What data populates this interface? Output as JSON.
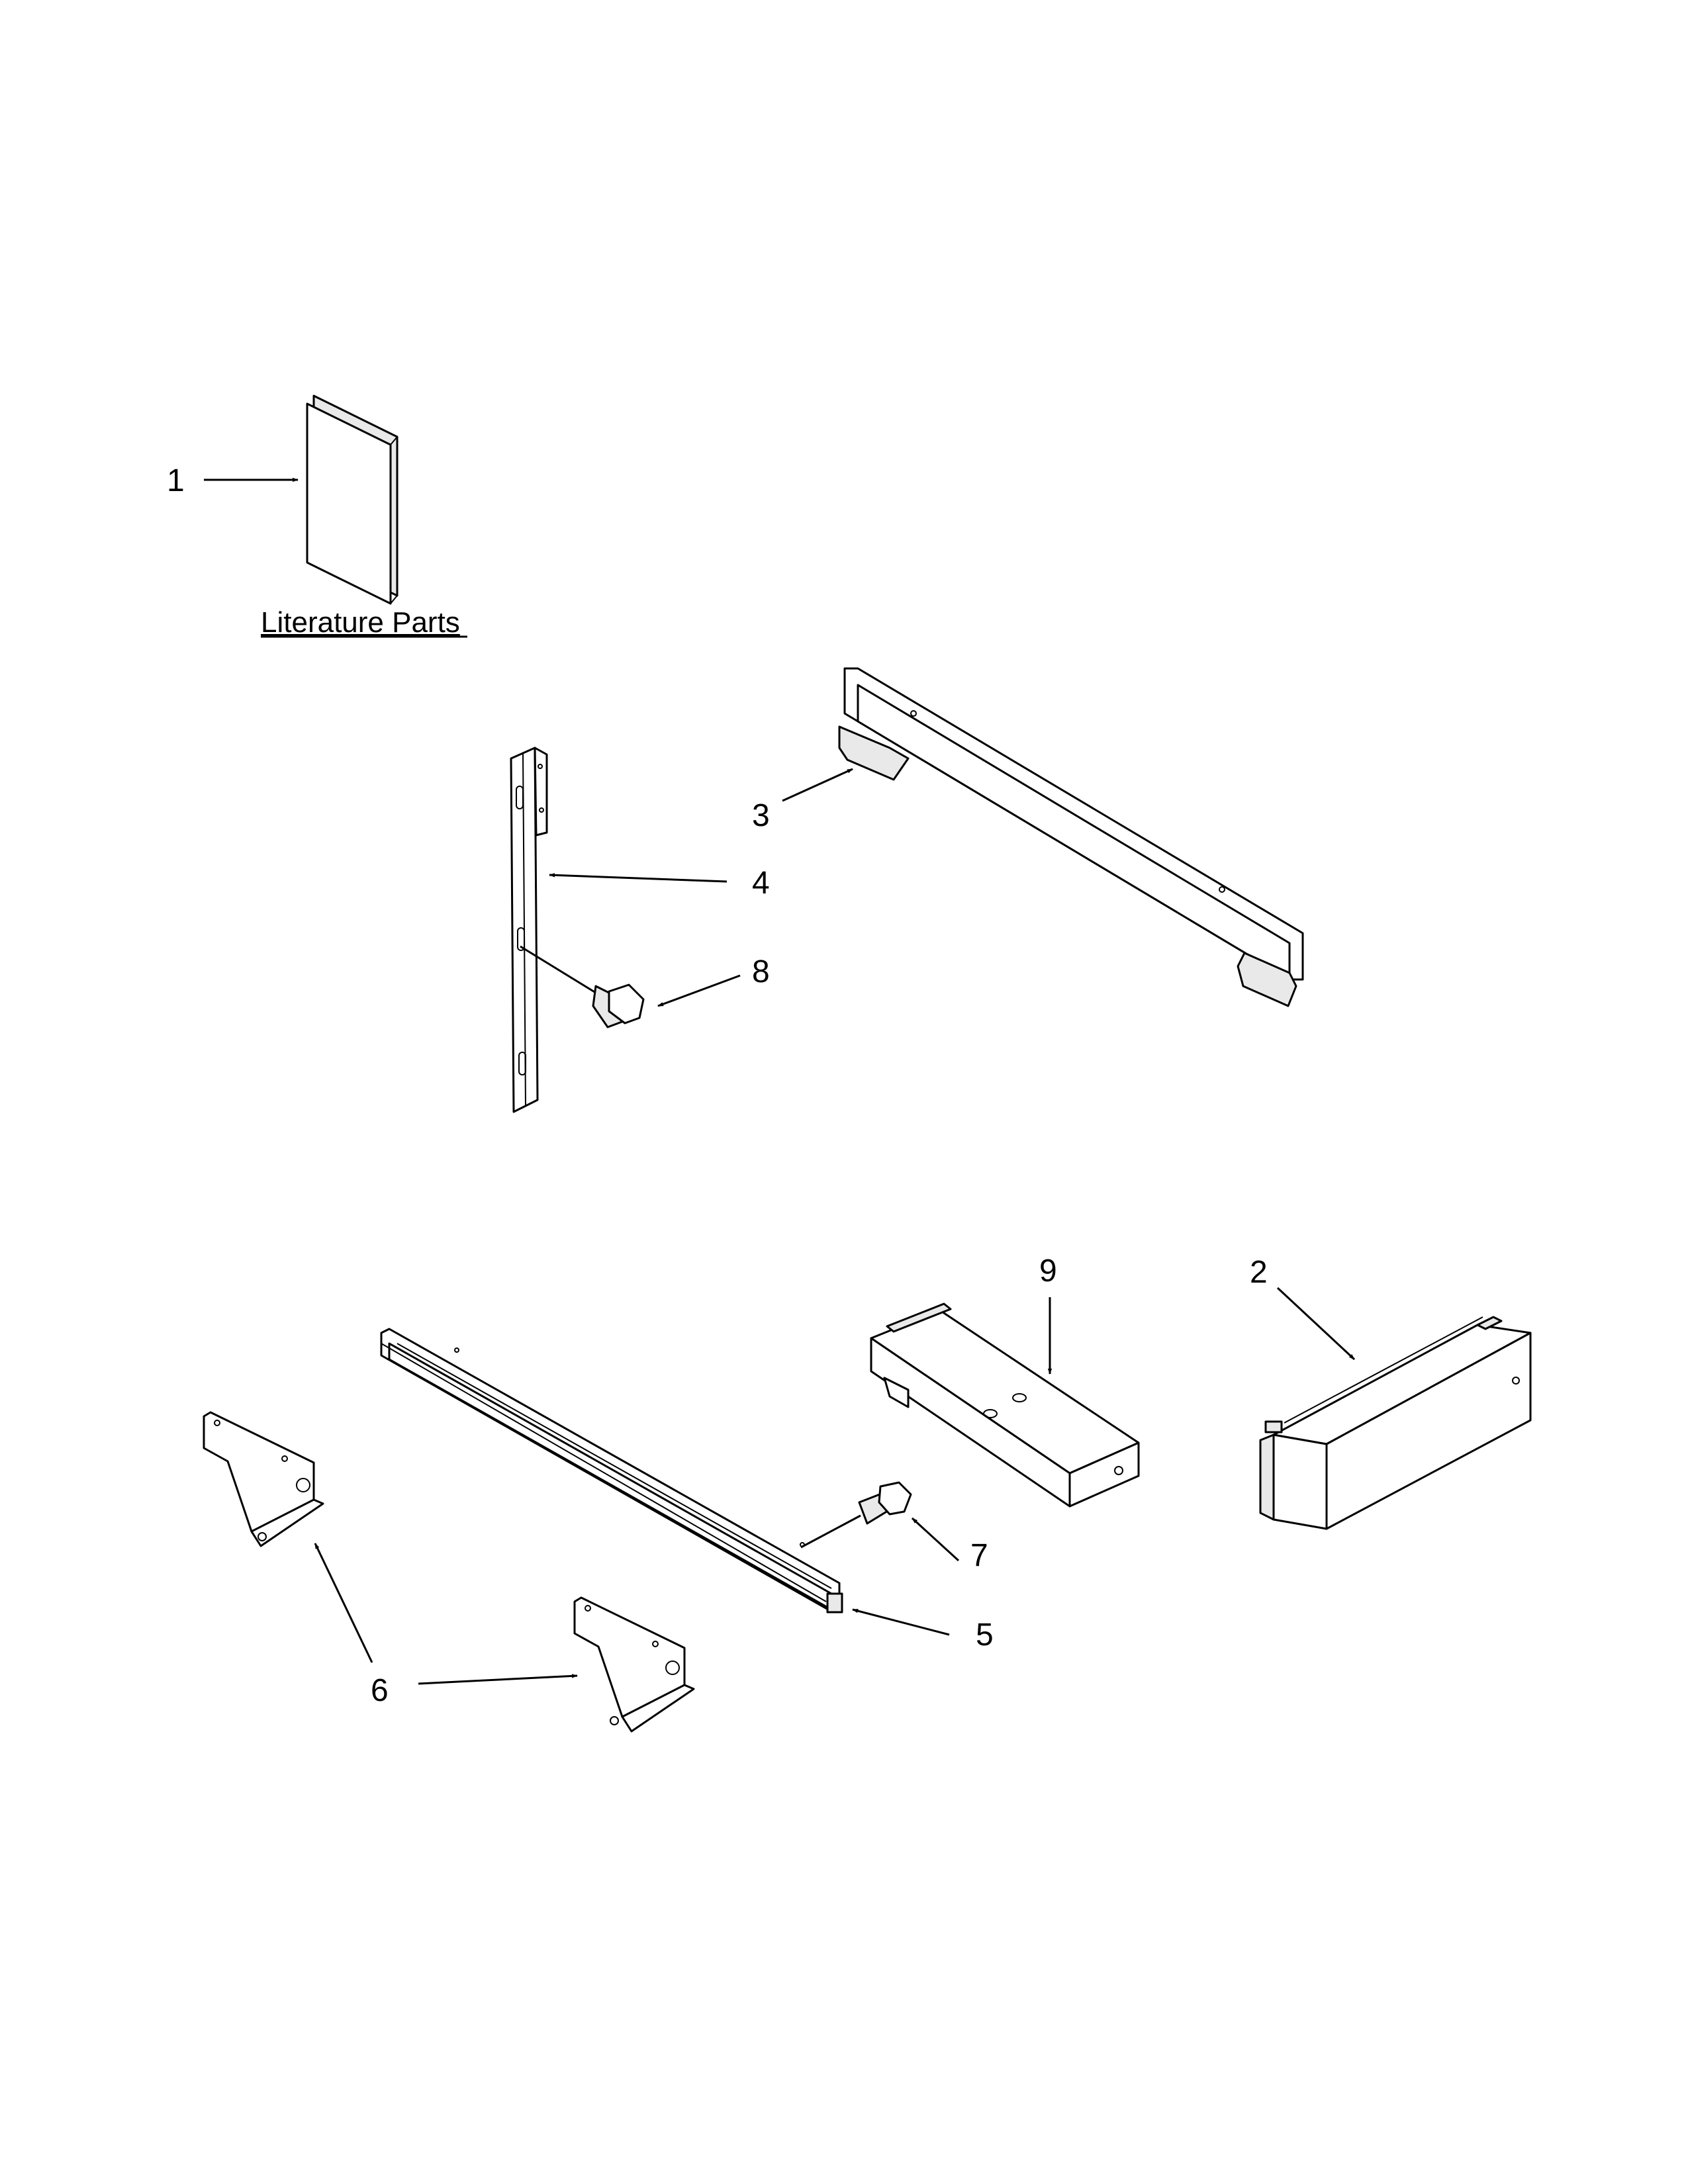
{
  "caption": "Literature Parts",
  "callouts": {
    "c1": "1",
    "c2": "2",
    "c3": "3",
    "c4": "4",
    "c5": "5",
    "c6": "6",
    "c7": "7",
    "c8": "8",
    "c9": "9"
  }
}
